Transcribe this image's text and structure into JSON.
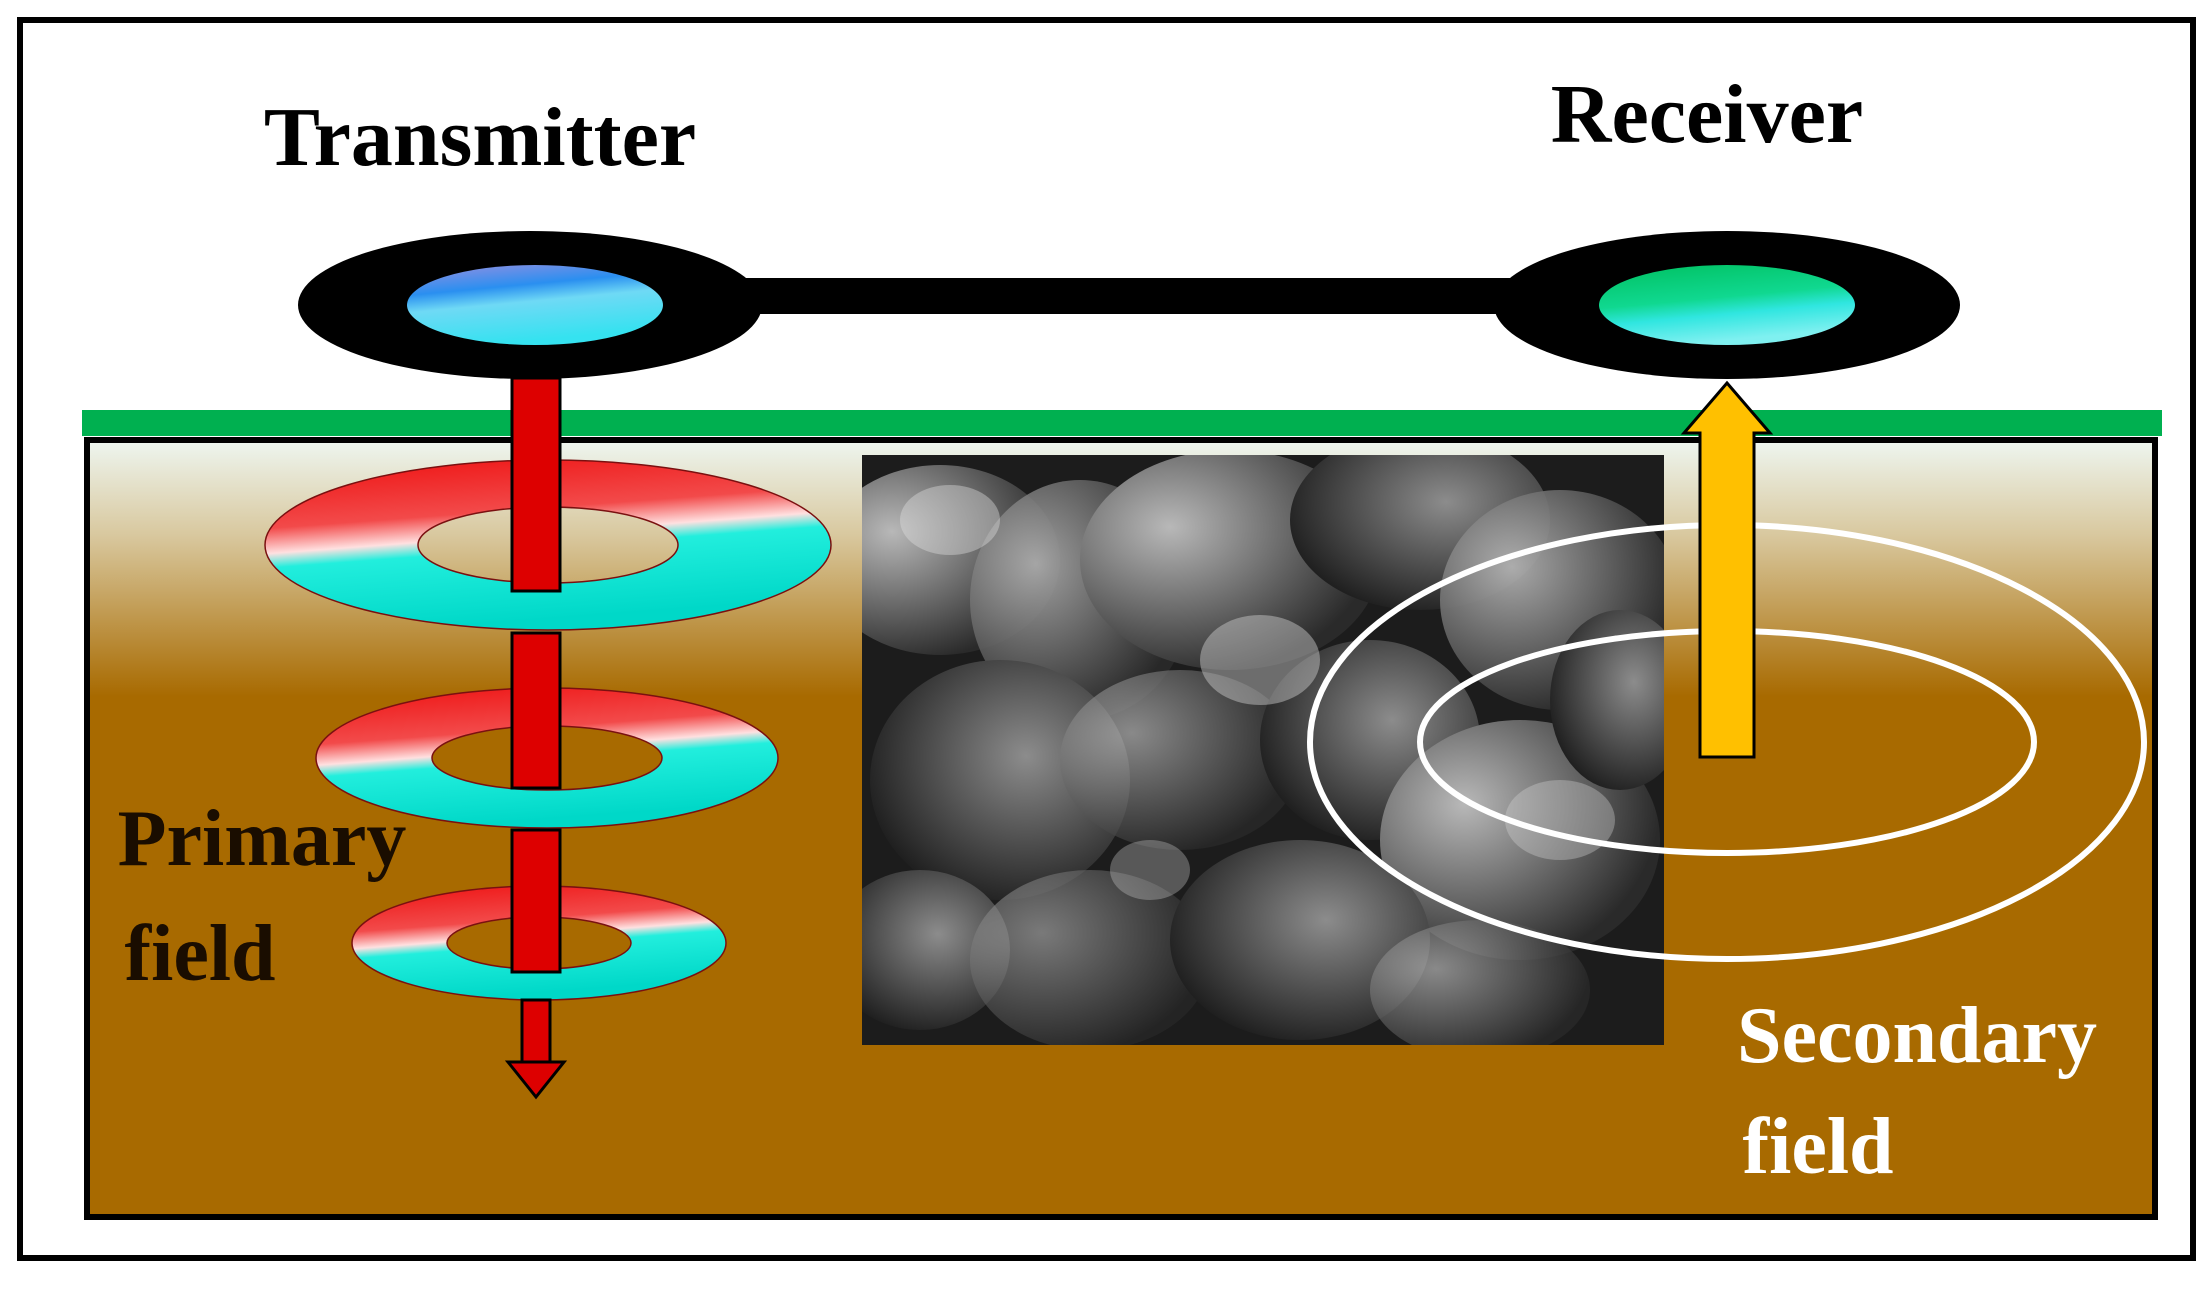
{
  "labels": {
    "transmitter": "Transmitter",
    "receiver": "Receiver",
    "primary_field_line1": "Primary",
    "primary_field_line2": "field",
    "secondary_field_line1": "Secondary",
    "secondary_field_line2": "field"
  },
  "colors": {
    "frame": "#000000",
    "ground_line": "#00b050",
    "soil": "#a86a00",
    "soil_top": "#e6f2ea",
    "primary_arrow": "#dd0000",
    "secondary_arrow": "#ffc000",
    "ring_red": "#ee1111",
    "ring_cyan": "#22eedd",
    "transmitter_coil": "#3aa7f0",
    "receiver_coil": "#00cc77",
    "secondary_rings": "#ffffff",
    "secondary_label": "#ffffff"
  }
}
